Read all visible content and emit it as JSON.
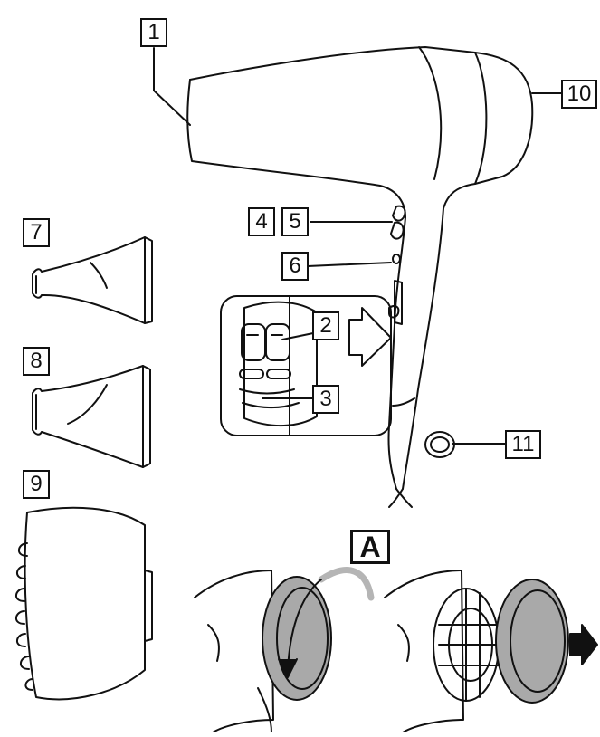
{
  "callouts": {
    "c1": "1",
    "c2": "2",
    "c3": "3",
    "c4": "4",
    "c5": "5",
    "c6": "6",
    "c7": "7",
    "c8": "8",
    "c9": "9",
    "c10": "10",
    "c11": "11",
    "figA": "A"
  },
  "colors": {
    "line": "#111111",
    "attachment_face": "#a9a9a9",
    "rotate_arrow": "#b5b5b5",
    "arrow_fill": "#111111"
  }
}
